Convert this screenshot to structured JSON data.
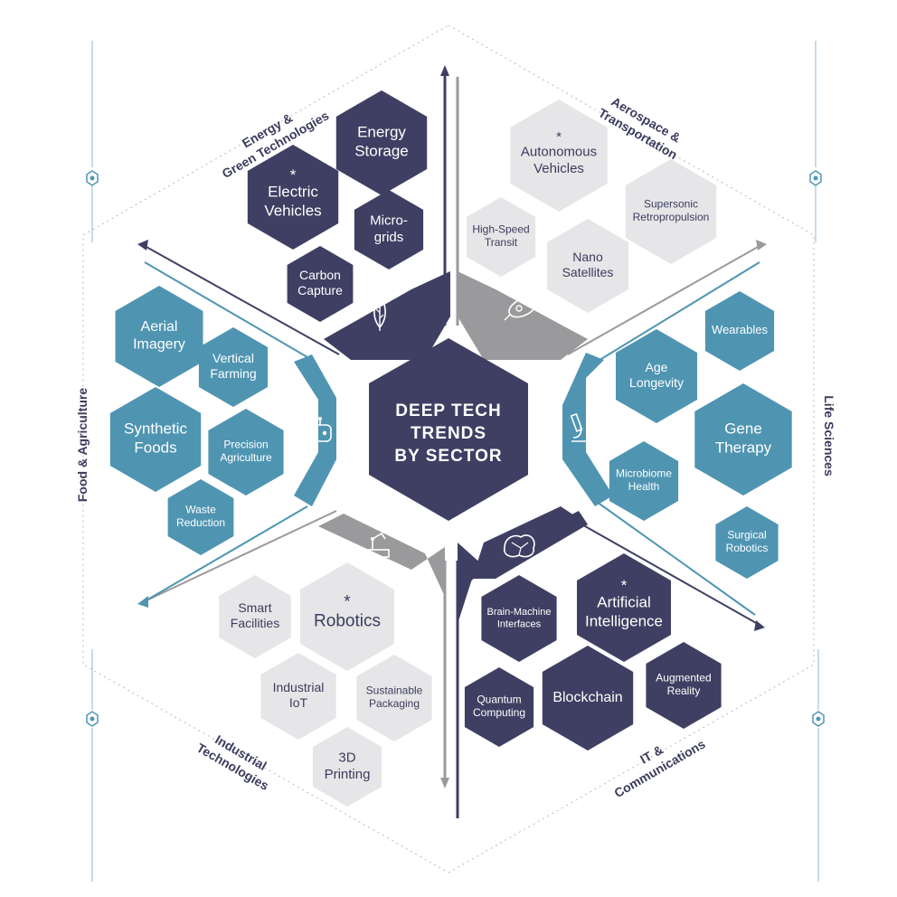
{
  "colors": {
    "navy": "#3f3f63",
    "teal": "#4f95b2",
    "light": "#e6e6e8",
    "grey": "#9a9a9c",
    "label": "#3c3c5e",
    "white": "#ffffff"
  },
  "center": {
    "line1": "DEEP TECH",
    "line2": "TRENDS",
    "line3": "BY SECTOR"
  },
  "sectors": {
    "energy": {
      "line1": "Energy &",
      "line2": "Green Technologies",
      "icon": "leaf-icon"
    },
    "aerospace": {
      "line1": "Aerospace &",
      "line2": "Transportation",
      "icon": "rocket-icon"
    },
    "life": {
      "line1": "Life Sciences",
      "icon": "microscope-icon"
    },
    "it": {
      "line1": "IT &",
      "line2": "Communications",
      "icon": "brain-network-icon"
    },
    "industrial": {
      "line1": "Industrial",
      "line2": "Technologies",
      "icon": "factory-arm-icon"
    },
    "food": {
      "line1": "Food & Agriculture",
      "icon": "robot-icon"
    }
  },
  "hexes": {
    "energy_storage": [
      "Energy",
      "Storage"
    ],
    "electric_vehicles": [
      "Electric",
      "Vehicles"
    ],
    "microgrids": [
      "Micro-",
      "grids"
    ],
    "carbon_capture": [
      "Carbon",
      "Capture"
    ],
    "autonomous_vehicles": [
      "Autonomous",
      "Vehicles"
    ],
    "supersonic": [
      "Supersonic",
      "Retropropulsion"
    ],
    "high_speed_transit": [
      "High-Speed",
      "Transit"
    ],
    "nano_satellites": [
      "Nano",
      "Satellites"
    ],
    "wearables": [
      "Wearables"
    ],
    "age_longevity": [
      "Age",
      "Longevity"
    ],
    "gene_therapy": [
      "Gene",
      "Therapy"
    ],
    "microbiome": [
      "Microbiome",
      "Health"
    ],
    "surgical_robotics": [
      "Surgical",
      "Robotics"
    ],
    "ai": [
      "Artificial",
      "Intelligence"
    ],
    "bmi": [
      "Brain-Machine",
      "Interfaces"
    ],
    "augmented_reality": [
      "Augmented",
      "Reality"
    ],
    "blockchain": [
      "Blockchain"
    ],
    "quantum": [
      "Quantum",
      "Computing"
    ],
    "smart_facilities": [
      "Smart",
      "Facilities"
    ],
    "robotics": [
      "Robotics"
    ],
    "industrial_iot": [
      "Industrial",
      "IoT"
    ],
    "sustainable_packaging": [
      "Sustainable",
      "Packaging"
    ],
    "printing_3d": [
      "3D",
      "Printing"
    ],
    "aerial_imagery": [
      "Aerial",
      "Imagery"
    ],
    "vertical_farming": [
      "Vertical",
      "Farming"
    ],
    "synthetic_foods": [
      "Synthetic",
      "Foods"
    ],
    "precision_agriculture": [
      "Precision",
      "Agriculture"
    ],
    "waste_reduction": [
      "Waste",
      "Reduction"
    ]
  },
  "star_mark": "*"
}
